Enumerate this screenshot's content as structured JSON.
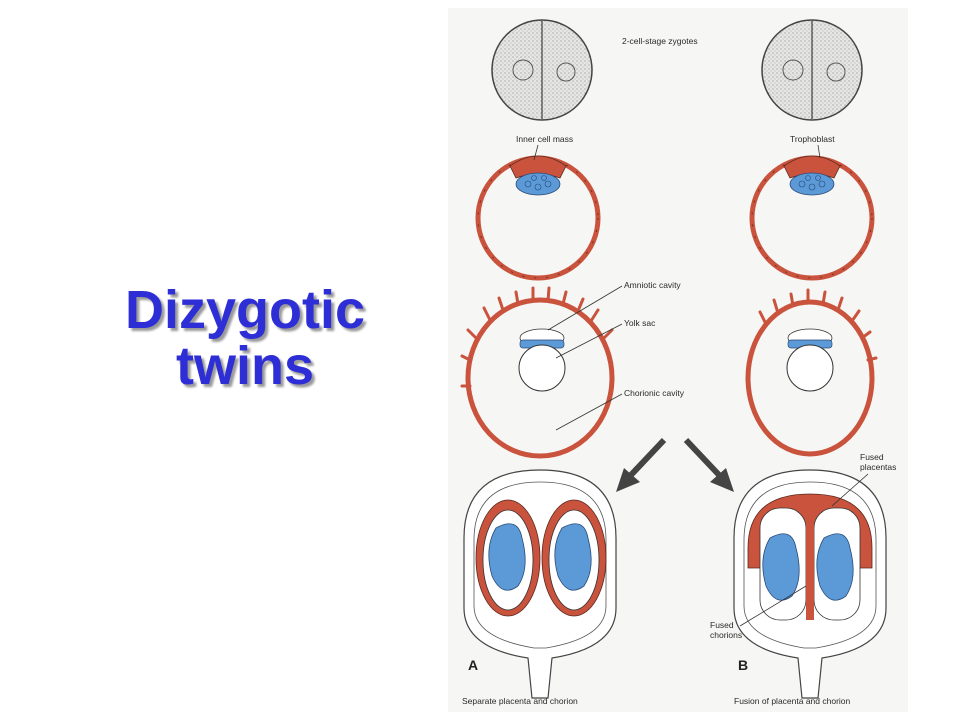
{
  "slide": {
    "title_line1": "Dizygotic",
    "title_line2": "twins",
    "title_color": "#2e2ed6"
  },
  "figure": {
    "labels": {
      "two_cell": "2-cell-stage zygotes",
      "inner_cell_mass": "Inner cell mass",
      "trophoblast": "Trophoblast",
      "amniotic_cavity": "Amniotic cavity",
      "yolk_sac": "Yolk sac",
      "chorionic_cavity": "Chorionic cavity",
      "fused_placentas_1": "Fused",
      "fused_placentas_2": "placentas",
      "fused_chorions_1": "Fused",
      "fused_chorions_2": "chorions",
      "panel_a": "A",
      "panel_b": "B",
      "caption_a": "Separate placenta and chorion",
      "caption_b": "Fusion of placenta and chorion"
    },
    "colors": {
      "trophoblast_red": "#c9533c",
      "embryo_blue": "#5b9ad6",
      "zygote_fill": "#e4e4e2",
      "outline": "#3a3a3a"
    }
  }
}
